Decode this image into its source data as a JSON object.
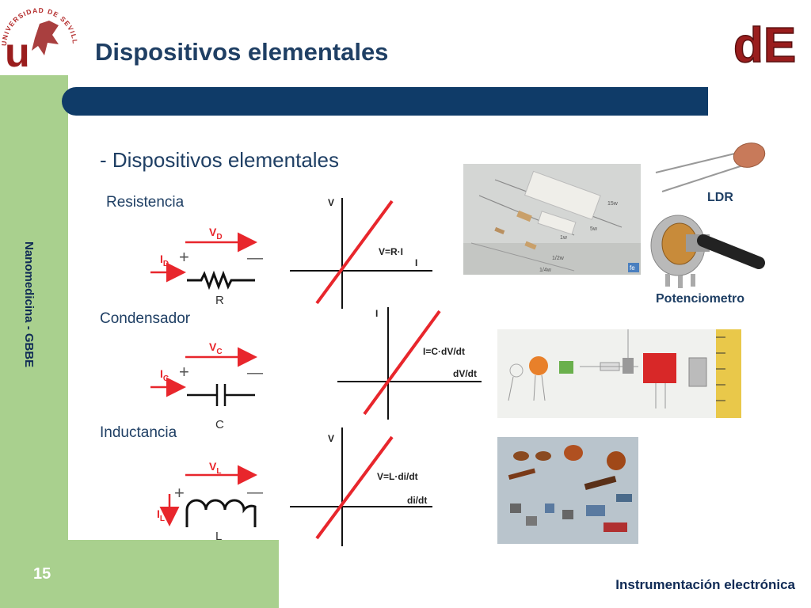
{
  "header": {
    "title": "Dispositivos elementales",
    "logo_left_text": "UNIVERSIDAD DE SEVILLA",
    "logo_right_text": "dE"
  },
  "sidebar": {
    "vertical_text": "Nanomedicina - GBBE",
    "page_number": "15"
  },
  "footer": {
    "text": "Instrumentación electrónica"
  },
  "content": {
    "subtitle": "- Dispositivos elementales",
    "devices": [
      {
        "name": "Resistencia",
        "voltage": "V",
        "voltage_sub": "D",
        "current": "I",
        "current_sub": "D",
        "component_label": "R",
        "graph": {
          "y_axis": "V",
          "x_axis": "I",
          "equation": "V=R·I"
        }
      },
      {
        "name": "Condensador",
        "voltage": "V",
        "voltage_sub": "C",
        "current": "I",
        "current_sub": "C",
        "component_label": "C",
        "graph": {
          "y_axis": "I",
          "x_axis": "dV/dt",
          "equation": "I=C·dV/dt"
        }
      },
      {
        "name": "Inductancia",
        "voltage": "V",
        "voltage_sub": "L",
        "current": "I",
        "current_sub": "L",
        "component_label": "L",
        "graph": {
          "y_axis": "V",
          "x_axis": "di/dt",
          "equation": "V=L·di/dt"
        }
      }
    ],
    "polarity": {
      "plus": "+",
      "minus": "—"
    },
    "photos": {
      "ldr_label": "LDR",
      "pot_label": "Potenciometro",
      "resistor_ratings": [
        "15w",
        "5w",
        "1w",
        "1/2w",
        "1/4w"
      ],
      "photo_badge": "fe"
    }
  },
  "colors": {
    "accent_green": "#a9d08e",
    "brand_blue": "#0f3b68",
    "title_blue": "#1f3f64",
    "circuit_red": "#e8262c",
    "line_red": "#e8262c"
  }
}
